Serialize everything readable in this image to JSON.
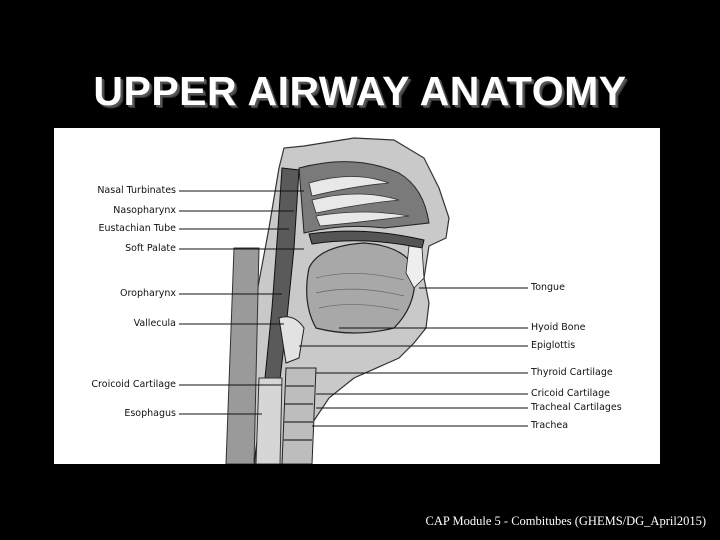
{
  "slide": {
    "title": "UPPER AIRWAY ANATOMY",
    "footer": "CAP Module 5 - Combitubes (GHEMS/DG_April2015)"
  },
  "diagram": {
    "left_labels": [
      "Nasal Turbinates",
      "Nasopharynx",
      "Eustachian Tube",
      "Soft Palate",
      "Oropharynx",
      "Vallecula",
      "Croicoid Cartilage",
      "Esophagus"
    ],
    "right_labels": [
      "Tongue",
      "Hyoid Bone",
      "Epiglottis",
      "Thyroid Cartilage",
      "Cricoid Cartilage",
      "Tracheal Cartilages",
      "Trachea"
    ]
  }
}
